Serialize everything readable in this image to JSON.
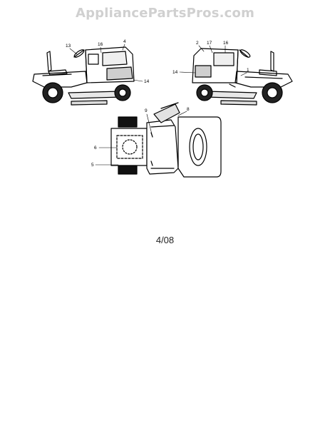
{
  "watermark": "AppliancePartsPros.com",
  "date_code": "4/08",
  "callouts": {
    "left_13": "13",
    "left_16": "16",
    "left_4": "4",
    "left_14": "14",
    "right_2": "2",
    "right_17": "17",
    "right_16": "16",
    "right_14": "14",
    "right_1": "1",
    "top_9": "9",
    "top_8": "8",
    "top_6": "6",
    "top_5": "5"
  }
}
